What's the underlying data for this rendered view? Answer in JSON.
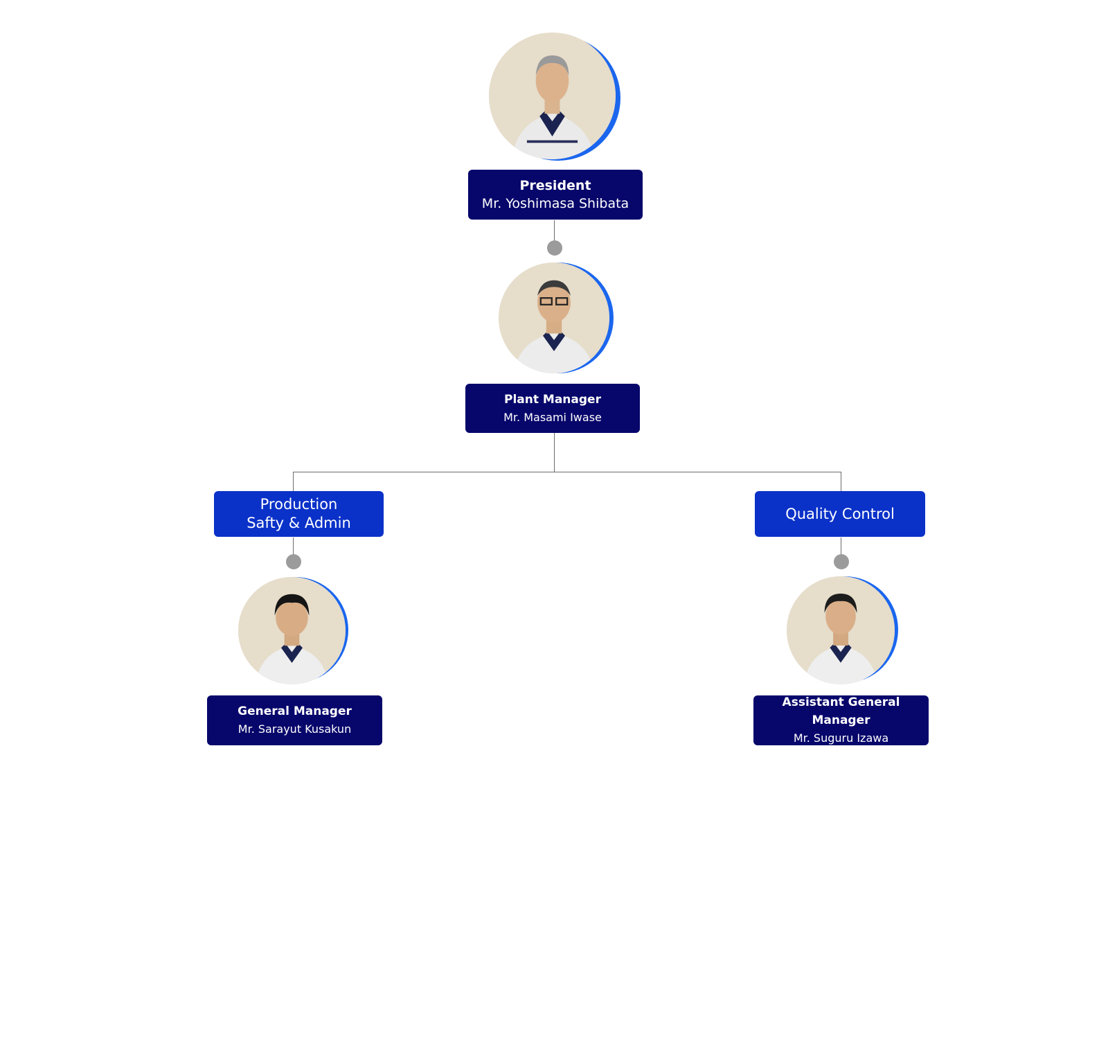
{
  "president": {
    "title": "President",
    "name": "Mr. Yoshimasa Shibata",
    "avatar": "president-photo"
  },
  "plant_manager": {
    "title": "Plant Manager",
    "name": "Mr. Masami Iwase",
    "avatar": "plant-manager-photo"
  },
  "departments": [
    {
      "label": "Production\nSafty & Admin"
    },
    {
      "label": "Quality Control"
    }
  ],
  "general_manager": {
    "title": "General Manager",
    "name": "Mr. Sarayut  Kusakun",
    "avatar": "general-manager-photo"
  },
  "assistant_general_manager": {
    "title": "Assistant General Manager",
    "name": "Mr. Suguru Izawa",
    "avatar": "assistant-general-manager-photo"
  },
  "colors": {
    "person_box": "#07066b",
    "department_box": "#0a31c8",
    "photo_ring": "#1a66ee",
    "connector": "#6b6b6b",
    "node_dot": "#9b9b9b"
  }
}
